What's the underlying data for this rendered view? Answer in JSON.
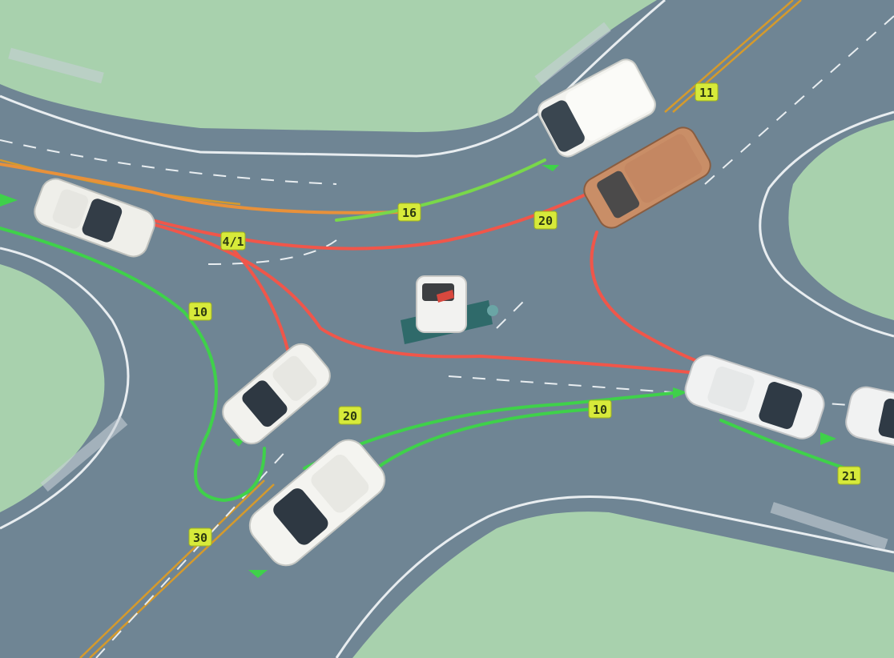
{
  "colors": {
    "grass": "#a8d1ad",
    "road": "#6f8594",
    "lane_white": "#e8edf0",
    "lane_yellow": "#d59a2c",
    "path_green": "#3fd14a",
    "path_red": "#f0564a",
    "path_orange": "#e8913a",
    "tag_fill": "#d7ea3a"
  },
  "tags": [
    {
      "id": "tag-11-top",
      "text": "11"
    },
    {
      "id": "tag-16",
      "text": "16"
    },
    {
      "id": "tag-20-right",
      "text": "20"
    },
    {
      "id": "tag-4",
      "text": "4/1"
    },
    {
      "id": "tag-10-left",
      "text": "10"
    },
    {
      "id": "tag-20-mid",
      "text": "20"
    },
    {
      "id": "tag-10-right",
      "text": "10"
    },
    {
      "id": "tag-21",
      "text": "21"
    },
    {
      "id": "tag-30",
      "text": "30"
    }
  ],
  "vehicles": [
    {
      "id": "white-van",
      "type": "van",
      "color": "#f3f3ef"
    },
    {
      "id": "brown-suv",
      "type": "suv",
      "color": "#c98e67"
    },
    {
      "id": "left-sedan",
      "type": "sedan",
      "color": "#efefea"
    },
    {
      "id": "center-robot",
      "type": "robot",
      "color": "#2f6a6a"
    },
    {
      "id": "mid-sedan",
      "type": "sedan",
      "color": "#f2f2ee"
    },
    {
      "id": "front-sedan",
      "type": "sedan",
      "color": "#f4f4f0"
    },
    {
      "id": "right-sedan",
      "type": "sedan",
      "color": "#f1f2f2"
    },
    {
      "id": "far-right-car",
      "type": "sedan",
      "color": "#f1f2f2"
    }
  ]
}
